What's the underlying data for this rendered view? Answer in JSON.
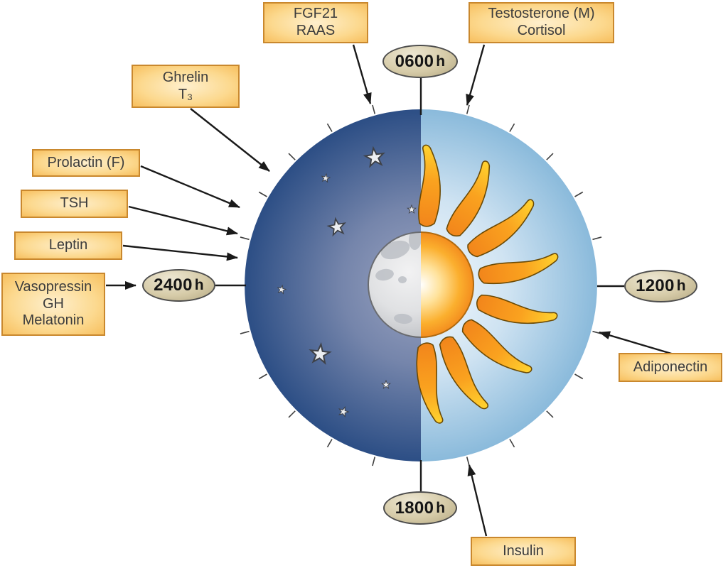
{
  "figure": {
    "description": "24-hour circadian clock diagram: circle split into night (moon and stars) and day (sun) halves, with peak secretion times of hormones indicated by arrows"
  },
  "colors": {
    "night_edge": "#2c4e85",
    "night_center": "#9ba4c1",
    "day_edge": "#8abadb",
    "day_center": "#f6fafd",
    "box_fill": "#fcd98f",
    "box_border": "#c9882e",
    "oval_fill": "#d6cba8",
    "oval_border": "#4d4d4d",
    "sun_orange": "#f2861b",
    "sun_yellow": "#ffd530",
    "moon_gray": "#dfe0e2",
    "arrow_black": "#1a1a1a"
  },
  "hormone_labels": [
    {
      "id": "fgf21-raas",
      "lines": [
        "FGF21",
        "RAAS"
      ]
    },
    {
      "id": "testosterone-cortisol",
      "lines": [
        "Testosterone (M)",
        "Cortisol"
      ]
    },
    {
      "id": "ghrelin-t3",
      "lines": [
        "Ghrelin",
        "T₃"
      ]
    },
    {
      "id": "prolactin",
      "lines": [
        "Prolactin (F)"
      ]
    },
    {
      "id": "tsh",
      "lines": [
        "TSH"
      ]
    },
    {
      "id": "leptin",
      "lines": [
        "Leptin"
      ]
    },
    {
      "id": "vasopressin-gh-melatonin",
      "lines": [
        "Vasopressin",
        "GH",
        "Melatonin"
      ]
    },
    {
      "id": "adiponectin",
      "lines": [
        "Adiponectin"
      ]
    },
    {
      "id": "insulin",
      "lines": [
        "Insulin"
      ]
    }
  ],
  "clock_times": [
    {
      "id": "t0600",
      "value": "0600",
      "unit": "h"
    },
    {
      "id": "t1200",
      "value": "1200",
      "unit": "h"
    },
    {
      "id": "t1800",
      "value": "1800",
      "unit": "h"
    },
    {
      "id": "t2400",
      "value": "2400",
      "unit": "h"
    }
  ]
}
